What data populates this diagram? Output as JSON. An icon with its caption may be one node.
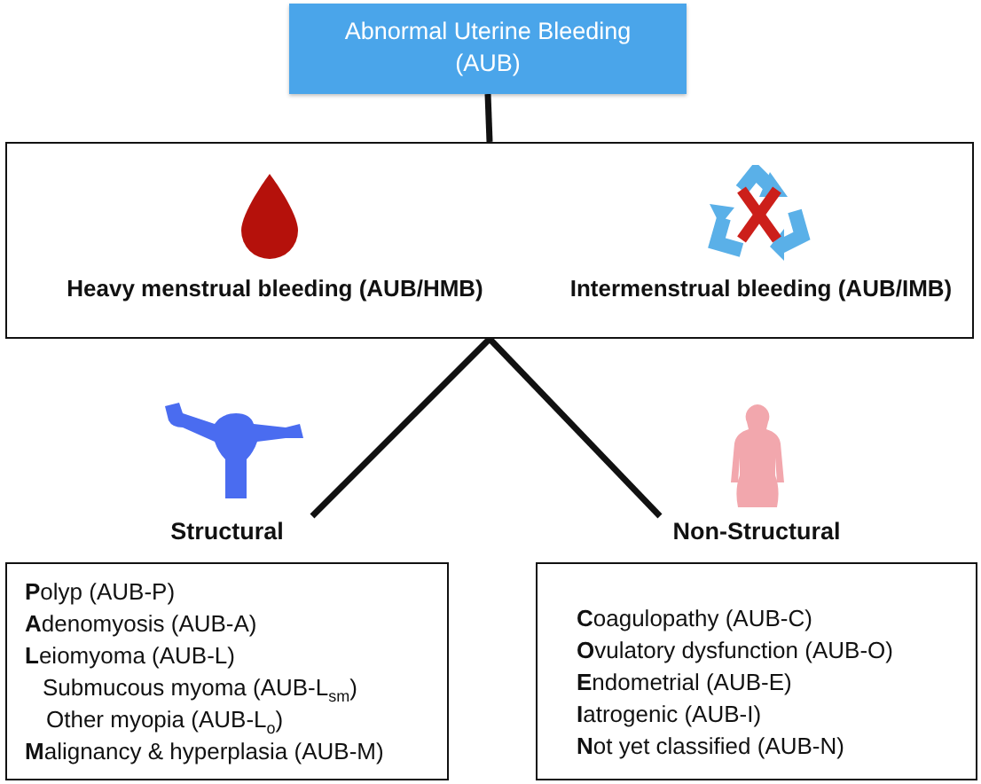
{
  "diagram": {
    "nodes": [
      {
        "text": [
          "Abnormal Uterine Bleeding (AUB)"
        ]
      },
      {
        "text": [
          "Heavy menstrual bleeding (AUB/HMB)",
          "Intermenstrual bleeding (AUB/IMB)"
        ]
      },
      {
        "text": [
          "Structural",
          "**P**olyp (AUB-P)",
          "**A**denomyosis (AUB-A)",
          "**L**eiomyoma (AUB-L)",
          "Submucous myoma (AUB-L$_{sm}$)",
          "Other myopia (AUB-L$_{o}$)",
          "**M**alignancy & hyperplasia (AUB-M)"
        ]
      },
      {
        "text": [
          "Non-Structural",
          "**C**oagulopathy (AUB-C)",
          "**O**vulatory dysfunction (AUB-O)",
          "**E**ndometrial (AUB-E)",
          "**I**atrogenic (AUB-I)",
          "**N**ot yet classified (AUB-N)"
        ]
      }
    ],
    "edges": [
      {
        "from": 0,
        "to": 1,
        "arrow": "none"
      },
      {
        "from": 1,
        "to": 2,
        "arrow": "none"
      },
      {
        "from": 1,
        "to": 3,
        "arrow": "none"
      }
    ]
  }
}
